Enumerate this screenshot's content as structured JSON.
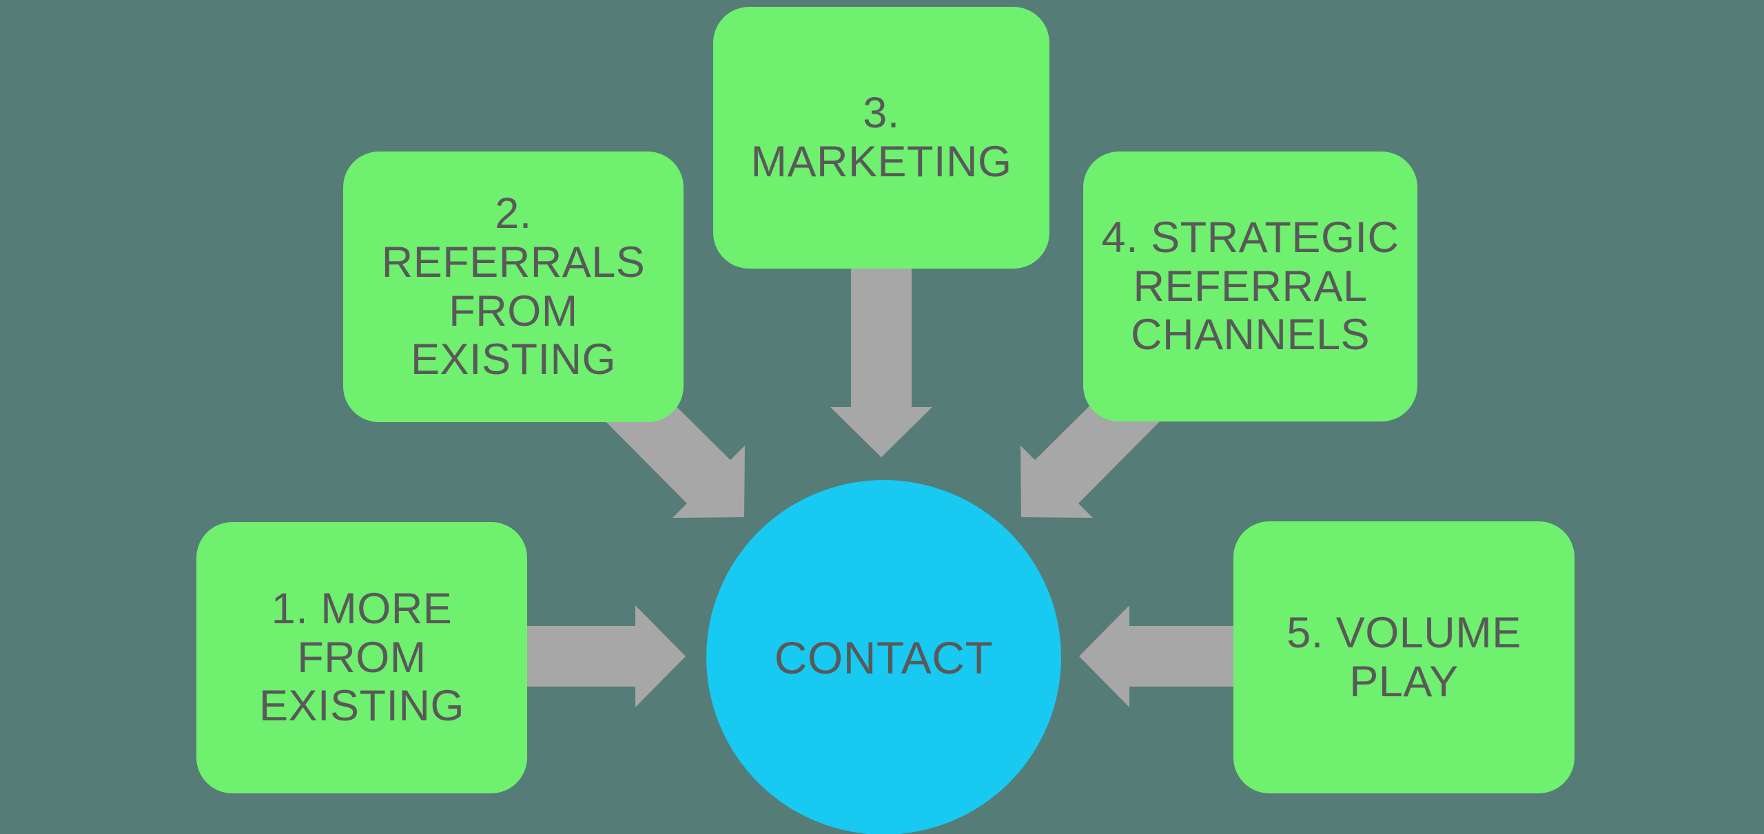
{
  "diagram": {
    "title": "Contact sources diagram",
    "center": {
      "label": "CONTACT"
    },
    "sources": [
      {
        "id": "1",
        "label": "1. MORE\nFROM\nEXISTING",
        "position": "left"
      },
      {
        "id": "2",
        "label": "2.\nREFERRALS\nFROM\nEXISTING",
        "position": "upper-left"
      },
      {
        "id": "3",
        "label": "3.\nMARKETING",
        "position": "top"
      },
      {
        "id": "4",
        "label": "4. STRATEGIC\nREFERRAL\nCHANNELS",
        "position": "upper-right"
      },
      {
        "id": "5",
        "label": "5. VOLUME\nPLAY",
        "position": "right"
      }
    ],
    "arrows": [
      {
        "from": "1",
        "to": "center",
        "direction": "right"
      },
      {
        "from": "2",
        "to": "center",
        "direction": "down-right"
      },
      {
        "from": "3",
        "to": "center",
        "direction": "down"
      },
      {
        "from": "4",
        "to": "center",
        "direction": "down-left"
      },
      {
        "from": "5",
        "to": "center",
        "direction": "left"
      }
    ]
  },
  "colors": {
    "background": "#557c76",
    "source_box": "#6ff06f",
    "center_circle": "#18c9f1",
    "arrow": "#a7a7a7",
    "text": "#595959"
  }
}
